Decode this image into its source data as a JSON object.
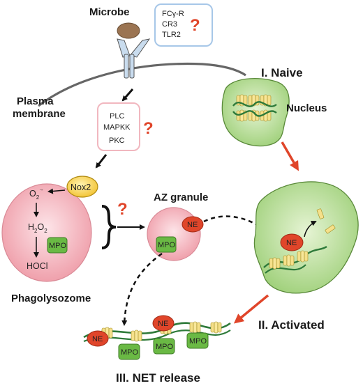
{
  "microbe": {
    "label": "Microbe",
    "receptors": [
      "FCγ-R",
      "CR3",
      "TLR2"
    ],
    "question": "?"
  },
  "membrane": {
    "line1": "Plasma",
    "line2": "membrane"
  },
  "kinases": {
    "items": [
      "PLC",
      "MAPKK",
      "PKC"
    ],
    "question": "?"
  },
  "phagolysosome": {
    "label": "Phagolysozome",
    "enzyme": "Nox2",
    "o2": "O",
    "o2_sub": "2",
    "o2_sup": "·-",
    "h2o2_h": "H",
    "h2o2_s1": "2",
    "h2o2_o": "O",
    "h2o2_s2": "2",
    "mpo": "MPO",
    "hocl": "HOCl"
  },
  "granule": {
    "label": "AZ granule",
    "ne": "NE",
    "mpo": "MPO",
    "question": "?"
  },
  "stages": {
    "naive": "I. Naive",
    "nucleus": "Nucleus",
    "activated": "II. Activated",
    "net_release": "III. NET release",
    "activated_ne": "NE"
  },
  "net": {
    "ne": [
      "NE",
      "NE"
    ],
    "mpo": [
      "MPO",
      "MPO",
      "MPO"
    ]
  },
  "colors": {
    "nucleus_fill": "#c9e6a8",
    "phago_fill": "#f4b4be",
    "ne_fill": "#e0452a",
    "mpo_fill": "#6ab944",
    "nox_fill": "#f8d24a",
    "arrow_red": "#e0452a",
    "dna": "#2e7a3a"
  }
}
